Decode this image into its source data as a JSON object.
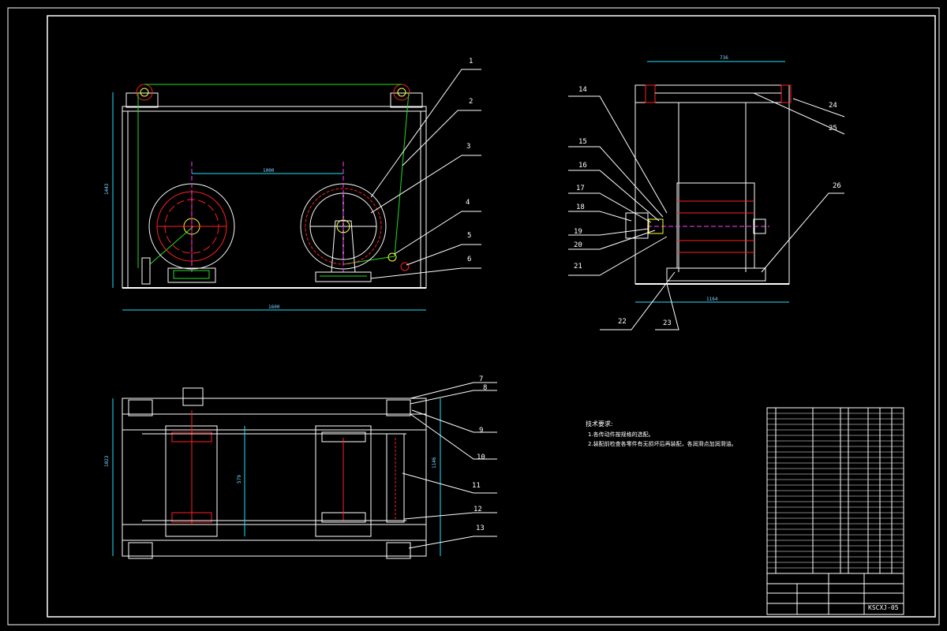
{
  "callouts": {
    "front": [
      "1",
      "2",
      "3",
      "4",
      "5",
      "6"
    ],
    "side": [
      "14",
      "15",
      "16",
      "17",
      "18",
      "19",
      "20",
      "21",
      "22",
      "23",
      "24",
      "25",
      "26"
    ],
    "plan": [
      "7",
      "8",
      "9",
      "10",
      "11",
      "12",
      "13"
    ]
  },
  "dimensions": {
    "front_width": "1600",
    "front_height": "1443",
    "front_center": "1000",
    "side_width": "1164",
    "side_top": "736",
    "plan_depth": "1023",
    "plan_inner": "1146",
    "plan_span": "579"
  },
  "notes": {
    "heading": "技术要求:",
    "line1": "1.各传动件按规格的选配。",
    "line2": "2.装配前检查各零件有无损坏后再装配，各润滑点加润滑油。"
  },
  "title_block": {
    "drawing_no": "KSCXJ-05"
  },
  "colors": {
    "white": "#ffffff",
    "red": "#ff2020",
    "green": "#22dd22",
    "cyan": "#22e0ff",
    "yellow": "#ffff33",
    "magenta": "#ff40ff"
  }
}
